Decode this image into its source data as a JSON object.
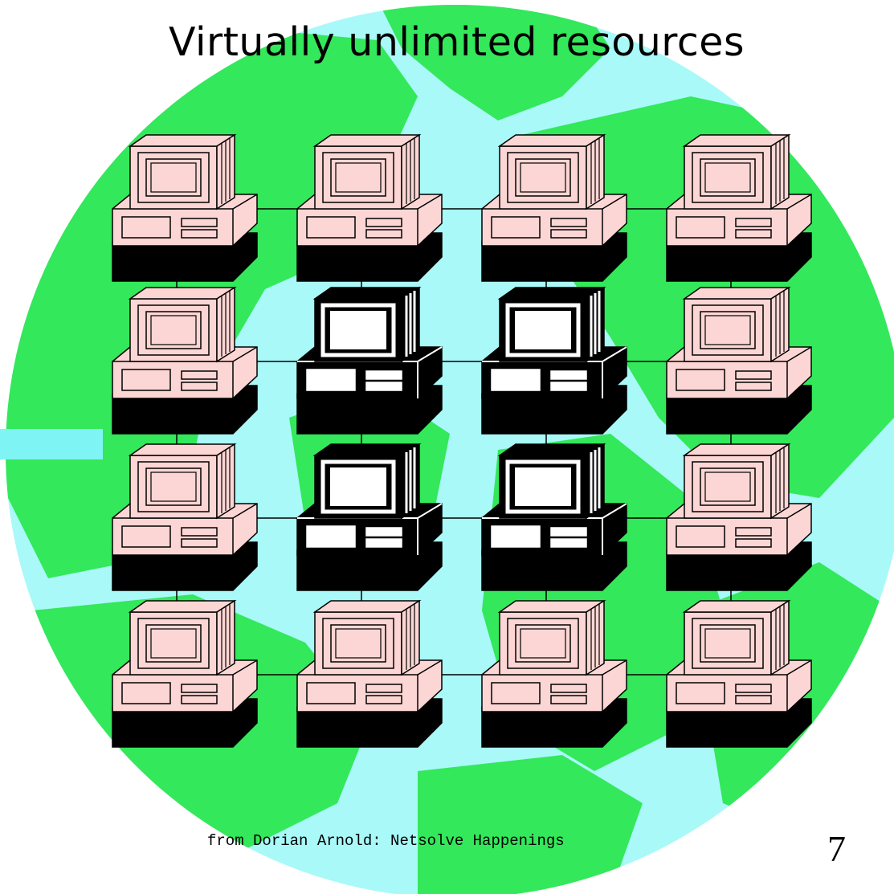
{
  "slide": {
    "title": "Virtually unlimited resources",
    "credit": "from Dorian Arnold: Netsolve Happenings",
    "page_number": "7"
  },
  "colors": {
    "ocean": "#a9f9f9",
    "land": "#33e85a",
    "accent_bar": "#7ff4f4",
    "computer_light_fill": "#fcd6d4",
    "computer_dark_fill": "#000000",
    "outline": "#000000"
  },
  "network": {
    "rows": 4,
    "columns": 4,
    "computers": [
      [
        "light",
        "light",
        "light",
        "light"
      ],
      [
        "light",
        "dark",
        "dark",
        "light"
      ],
      [
        "light",
        "dark",
        "dark",
        "light"
      ],
      [
        "light",
        "light",
        "light",
        "light"
      ]
    ],
    "icon": "desktop-computer-icon"
  }
}
